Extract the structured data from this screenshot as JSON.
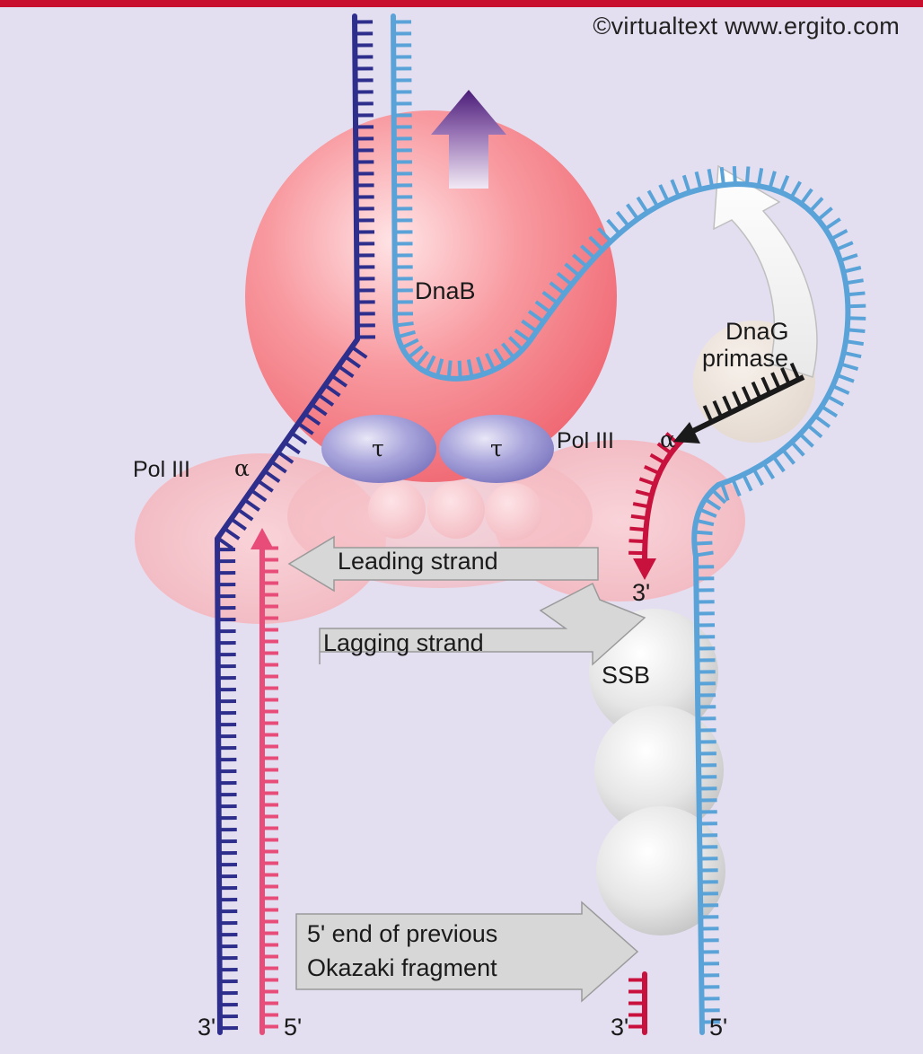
{
  "credit": "©virtualtext www.ergito.com",
  "labels": {
    "dnab": "DnaB",
    "dnag_line1": "DnaG",
    "dnag_line2": "primase",
    "pol3_left": "Pol III",
    "pol3_right": "Pol III",
    "alpha": "α",
    "tau": "τ",
    "ssb": "SSB",
    "leading": "Leading strand",
    "lagging": "Lagging strand",
    "okazaki_line1": "5' end of previous",
    "okazaki_line2": "Okazaki fragment",
    "end_3_left": "3'",
    "end_5_left": "5'",
    "end_3_right": "3'",
    "end_5_right": "5'",
    "end_3_primer": "3'"
  },
  "colors": {
    "background": "#e4dff0",
    "dark_strand": "#2e2e8c",
    "light_strand": "#5aa3d8",
    "leading_new": "#e84d7a",
    "primer_red": "#c8113c",
    "primase_black": "#1a1a1a",
    "dnab_red": "#f2707a",
    "pol3_pink": "#f5b8c0",
    "tau_purple": "#8c87c8",
    "ssb_gray": "#d9d9d9",
    "arrow_purple": "#5b2a86",
    "arrow_gray": "#d8d8d8"
  }
}
